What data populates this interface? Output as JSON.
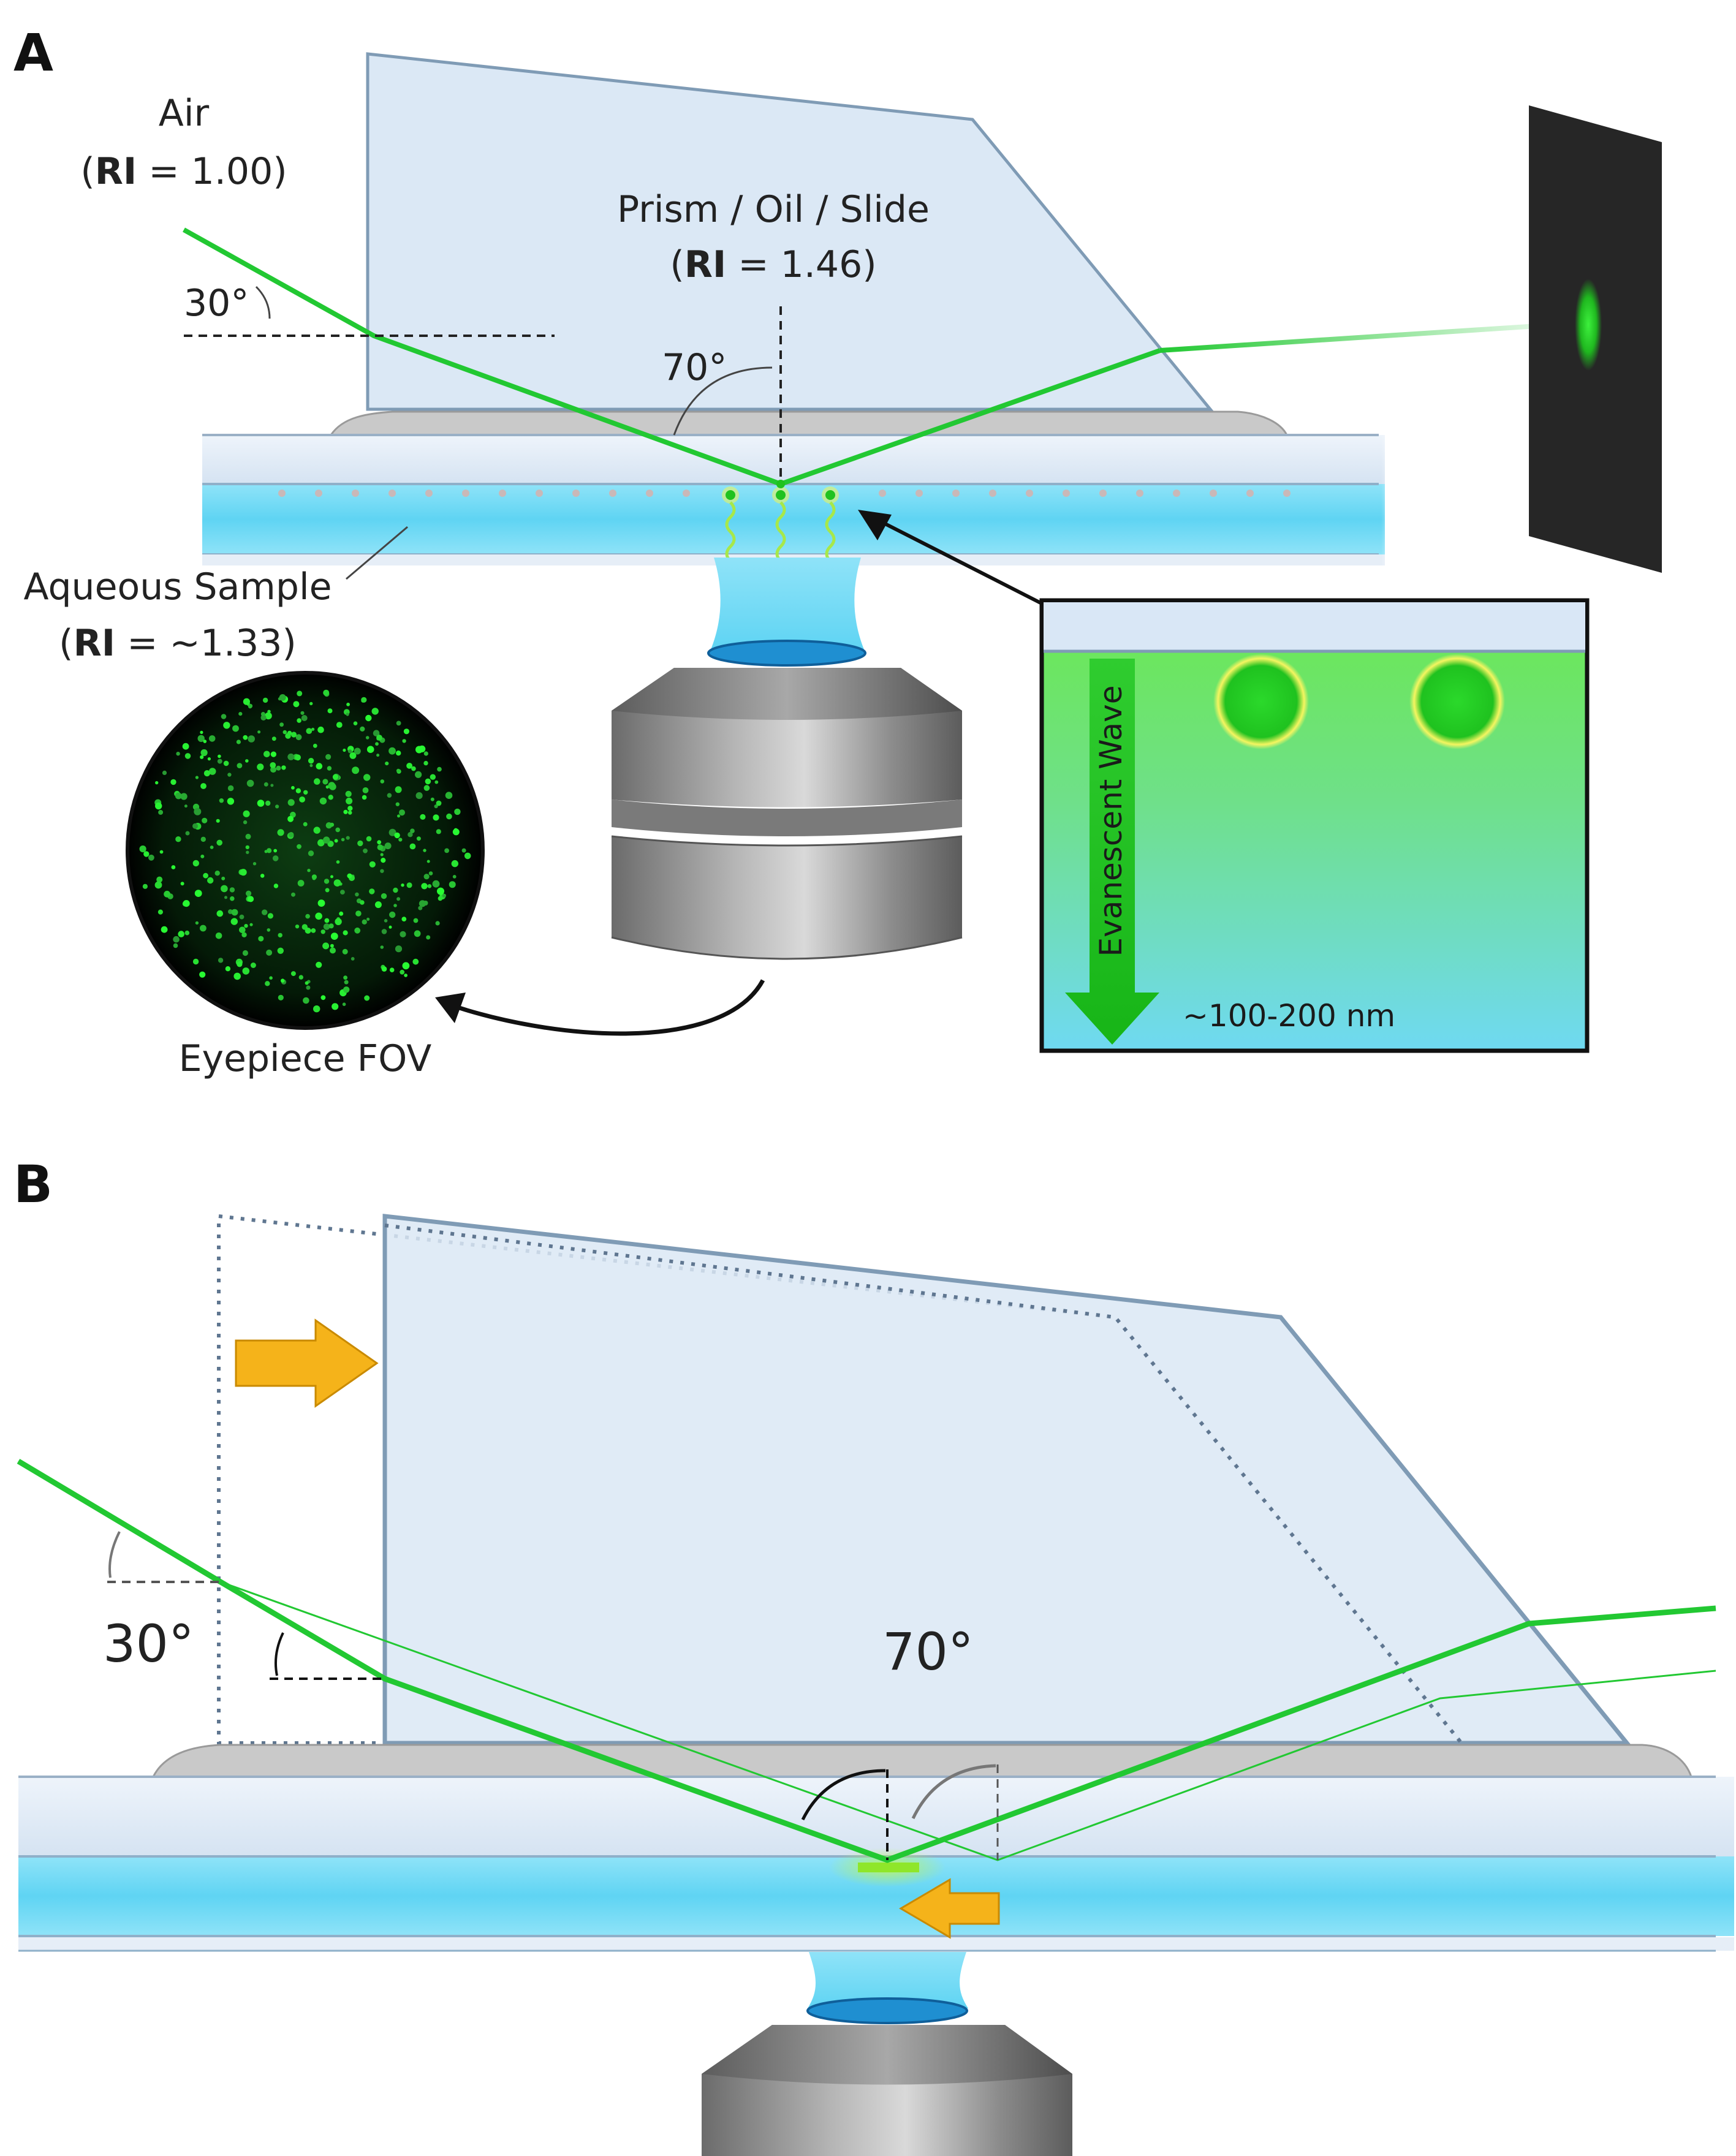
{
  "panel_a": {
    "panel_label": "A",
    "air_label_line1": "Air",
    "air_ri_bold": "RI",
    "air_ri_value": " = 1.00)",
    "air_ri_open": "(",
    "prism_label_line1": "Prism / Oil / Slide",
    "prism_ri_open": "(",
    "prism_ri_bold": "RI",
    "prism_ri_value": " = 1.46)",
    "angle_30": "30°",
    "angle_70": "70°",
    "sample_label_line1": "Aqueous Sample",
    "sample_ri_open": "(",
    "sample_ri_bold": "RI",
    "sample_ri_value": " = ~1.33)",
    "eyepiece_label": "Eyepiece FOV",
    "inset_wave_label": "Evanescent Wave",
    "inset_depth_label": "~100-200 nm"
  },
  "panel_b": {
    "panel_label": "B",
    "angle_30": "30°",
    "angle_70": "70°"
  },
  "colors": {
    "beam": "#22c832",
    "prism_fill": "#dbe8f5",
    "prism_stroke": "#7f9bb5",
    "sample_blue": "#6ad8f5",
    "arrow_orange": "#f5b31a",
    "objective_grey": "#8a8a8a"
  }
}
